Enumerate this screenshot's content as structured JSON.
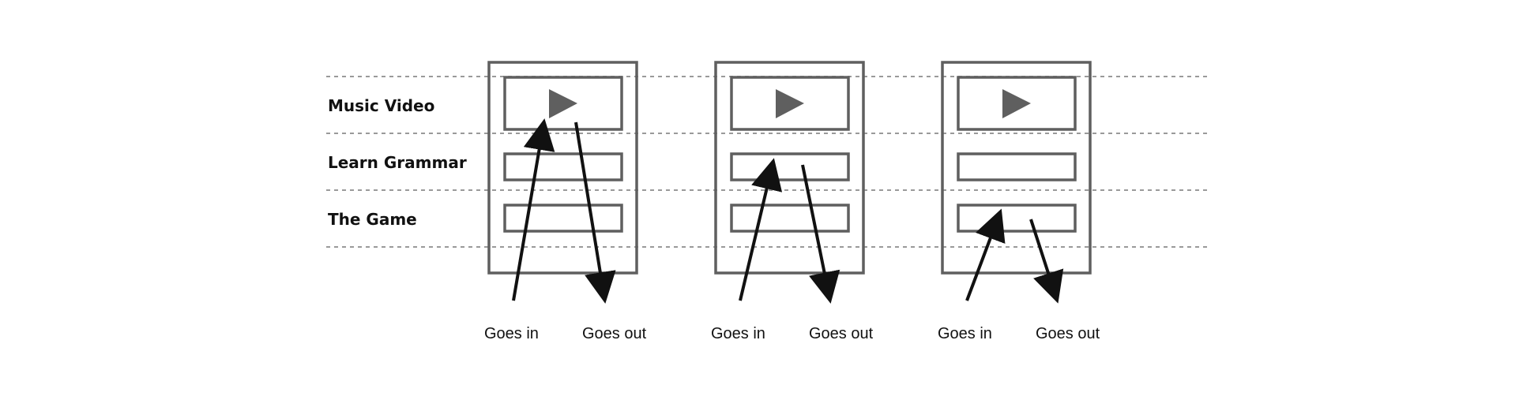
{
  "rows": [
    {
      "label": "Music Video"
    },
    {
      "label": "Learn Grammar"
    },
    {
      "label": "The Game"
    }
  ],
  "panels": [
    {
      "in_label": "Goes in",
      "out_label": "Goes out"
    },
    {
      "in_label": "Goes in",
      "out_label": "Goes out"
    },
    {
      "in_label": "Goes in",
      "out_label": "Goes out"
    }
  ],
  "colors": {
    "frame": "#5f5f5f",
    "arrow": "#111111",
    "divider": "#9a9a9a",
    "play_icon": "#5f5f5f"
  }
}
